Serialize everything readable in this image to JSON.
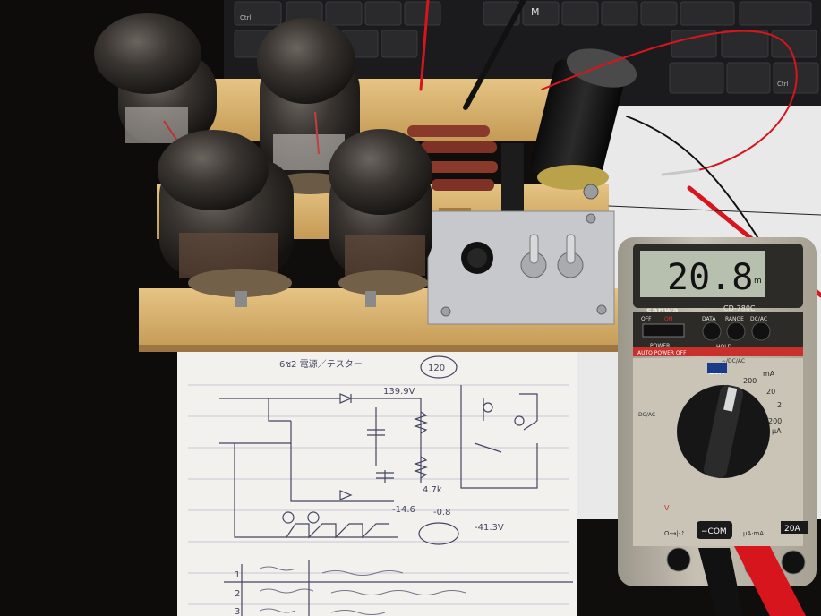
{
  "keyboard": {
    "keys": [
      "Ctrl",
      "Ctrl",
      "M"
    ]
  },
  "notebook": {
    "title_line": "6ช2 電源／テスター",
    "voltage_top": "139.9V",
    "circled_value": "120",
    "resistor_value": "4.7k",
    "neg_voltage": "-14.6",
    "readings_right": "-0.8",
    "readings_right2": "-41.3V",
    "table_rows": [
      "1",
      "2",
      "3"
    ]
  },
  "multimeter": {
    "brand": "sanwa",
    "model": "CD-780C",
    "display_value": "20.8",
    "display_unit": "m",
    "buttons": [
      "DATA",
      "RANGE",
      "DC/AC"
    ],
    "power_label": "POWER",
    "hold_label": "HOLD",
    "off_label": "OFF",
    "on_label": "ON",
    "auto_power_off": "AUTO POWER OFF",
    "dial_labels": [
      "20A",
      "200",
      "20",
      "2",
      "200",
      "mA",
      "µA",
      "DC/AC",
      "~/DC/AC"
    ],
    "jack_labels": [
      "V",
      "Ω·→|·♪",
      "µA·mA",
      "20A"
    ],
    "com_label": "−COM"
  },
  "colors": {
    "wood": "#d9b46e",
    "panel": "#c9cbcd",
    "meter_body": "#b8b3a6",
    "lcd": "#b7bfae",
    "probe_red": "#d6151c"
  }
}
